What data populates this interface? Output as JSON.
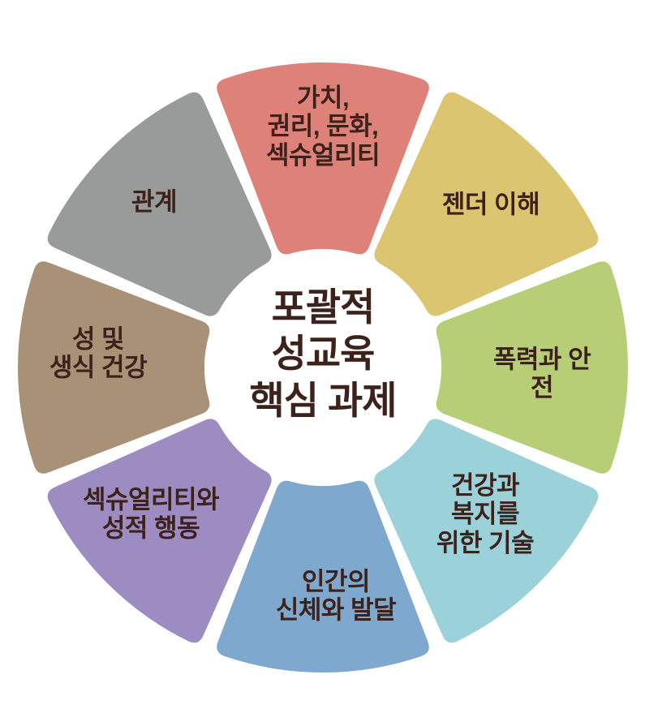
{
  "diagram": {
    "type": "donut-wheel",
    "center_title": "포괄적\n성교육\n핵심 과제",
    "center_title_color": "#3D211B",
    "background_color": "#FFFFFF",
    "segment_count": 8,
    "segments": [
      {
        "id": "values-rights-culture-sexuality",
        "label": "가치,\n권리, 문화,\n섹슈얼리티",
        "color": "#DE8178",
        "position": "top"
      },
      {
        "id": "gender-understanding",
        "label": "젠더 이해",
        "color": "#DCC570",
        "position": "top-right"
      },
      {
        "id": "violence-and-safety",
        "label": "폭력과 안전",
        "color": "#B6CF77",
        "position": "right"
      },
      {
        "id": "skills-for-health-wellbeing",
        "label": "건강과\n복지를\n위한 기술",
        "color": "#9BD2DA",
        "position": "bottom-right"
      },
      {
        "id": "human-body-and-development",
        "label": "인간의\n신체와 발달",
        "color": "#7FA8CE",
        "position": "bottom"
      },
      {
        "id": "sexuality-and-sexual-behavior",
        "label": "섹슈얼리티와\n성적 행동",
        "color": "#9D8CC2",
        "position": "bottom-left"
      },
      {
        "id": "sexual-reproductive-health",
        "label": "성 및\n생식 건강",
        "color": "#A89176",
        "position": "left"
      },
      {
        "id": "relationships",
        "label": "관계",
        "color": "#999B9B",
        "position": "top-left"
      }
    ]
  }
}
